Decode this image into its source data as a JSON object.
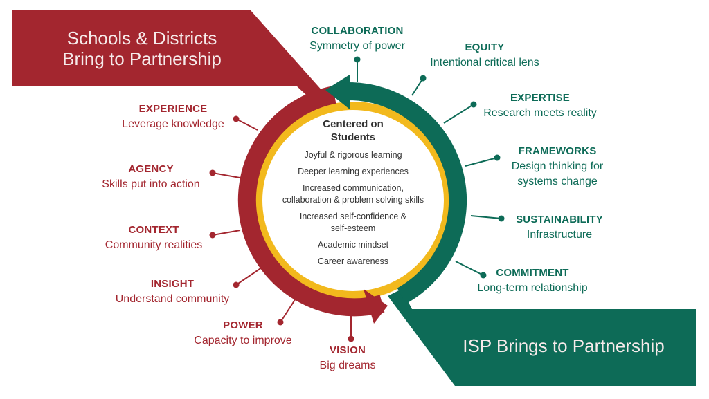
{
  "colors": {
    "red": "#a3262f",
    "green": "#0d6b57",
    "yellow": "#f2b91d"
  },
  "banners": {
    "schools": [
      "Schools & Districts",
      "Bring to Partnership"
    ],
    "isp": "ISP Brings to Partnership"
  },
  "center": {
    "title": [
      "Centered on",
      "Students"
    ],
    "items": [
      "Joyful & rigorous learning",
      "Deeper learning experiences",
      "Increased communication,",
      "collaboration & problem solving skills",
      "Increased self-confidence &",
      "self-esteem",
      "Academic mindset",
      "Career awareness"
    ]
  },
  "left": [
    {
      "title": "EXPERIENCE",
      "sub": "Leverage knowledge"
    },
    {
      "title": "AGENCY",
      "sub": "Skills put into action"
    },
    {
      "title": "CONTEXT",
      "sub": "Community realities"
    },
    {
      "title": "INSIGHT",
      "sub": "Understand community"
    },
    {
      "title": "POWER",
      "sub": "Capacity to improve"
    },
    {
      "title": "VISION",
      "sub": "Big dreams"
    }
  ],
  "right": [
    {
      "title": "COLLABORATION",
      "sub": "Symmetry of power"
    },
    {
      "title": "EQUITY",
      "sub": "Intentional critical lens"
    },
    {
      "title": "EXPERTISE",
      "sub": "Research meets reality"
    },
    {
      "title": "FRAMEWORKS",
      "sub": "Design thinking for",
      "sub2": "systems change"
    },
    {
      "title": "SUSTAINABILITY",
      "sub": "Infrastructure"
    },
    {
      "title": "COMMITMENT",
      "sub": "Long-term relationship"
    }
  ]
}
